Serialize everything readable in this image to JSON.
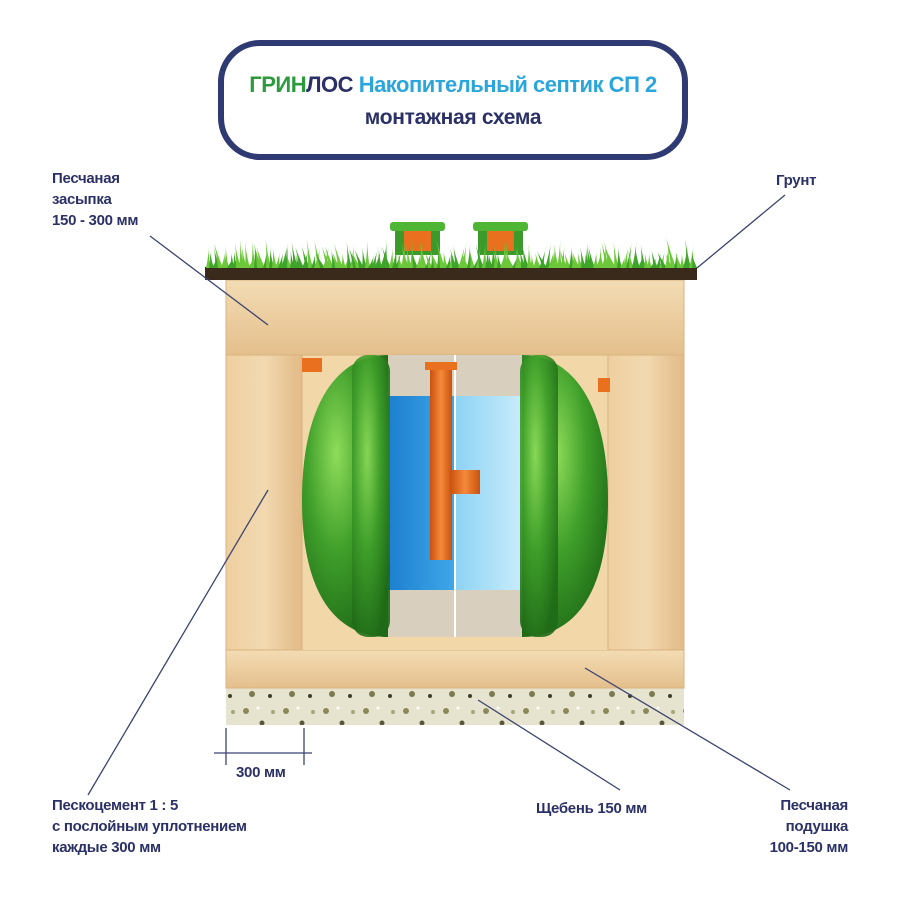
{
  "title": {
    "brand_green": "ГРИН",
    "brand_navy": "ЛОС",
    "product": "Накопительный септик СП 2",
    "subtitle": "монтажная схема"
  },
  "labels": {
    "sand_backfill": [
      "Песчаная",
      "засыпка",
      "150 - 300 мм"
    ],
    "ground": "Грунт",
    "sand_cement": [
      "Пескоцемент 1 : 5",
      "с послойным уплотнением",
      "каждые 300 мм"
    ],
    "gravel": "Щебень 150 мм",
    "sand_cushion": [
      "Песчаная",
      "подушка",
      "100-150 мм"
    ],
    "dimension": "300 мм"
  },
  "colors": {
    "navy": "#2b3166",
    "brand_green": "#2e9a3e",
    "accent_blue": "#2aa6dc",
    "tank_green": "#3c9a2a",
    "pipe_orange": "#e8701e",
    "sand": "#e9c99a"
  }
}
